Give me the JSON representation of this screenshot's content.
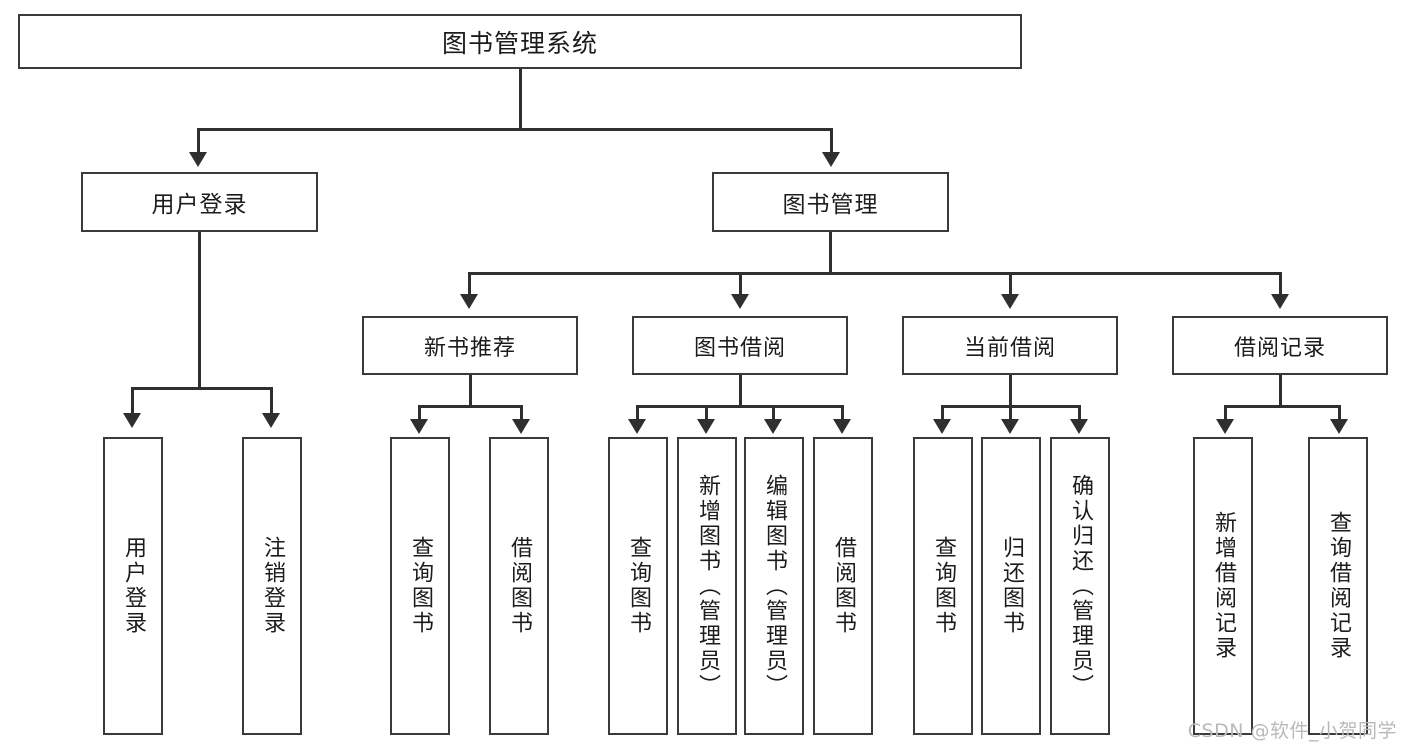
{
  "diagram": {
    "type": "tree-hierarchy",
    "title": "图书管理系统",
    "watermark": "CSDN @软件_小贺同学",
    "colors": {
      "box_border": "#3a3a3a",
      "connector": "#2f2f2f",
      "background": "#ffffff",
      "text": "#1c1c1c",
      "watermark": "#b9b9b9"
    },
    "root": {
      "label": "图书管理系统"
    },
    "tier2": [
      {
        "label": "用户登录"
      },
      {
        "label": "图书管理"
      }
    ],
    "tier3": [
      {
        "label": "新书推荐"
      },
      {
        "label": "图书借阅"
      },
      {
        "label": "当前借阅"
      },
      {
        "label": "借阅记录"
      }
    ],
    "leaves": {
      "user_login": [
        {
          "label": "用户登录"
        },
        {
          "label": "注销登录"
        }
      ],
      "new_book": [
        {
          "label": "查询图书"
        },
        {
          "label": "借阅图书"
        }
      ],
      "book_borrow": [
        {
          "label": "查询图书"
        },
        {
          "label": "新增图书（管理员）"
        },
        {
          "label": "编辑图书（管理员）"
        },
        {
          "label": "借阅图书"
        }
      ],
      "current_borrow": [
        {
          "label": "查询图书"
        },
        {
          "label": "归还图书"
        },
        {
          "label": "确认归还（管理员）"
        }
      ],
      "borrow_record": [
        {
          "label": "新增借阅记录"
        },
        {
          "label": "查询借阅记录"
        }
      ]
    }
  }
}
